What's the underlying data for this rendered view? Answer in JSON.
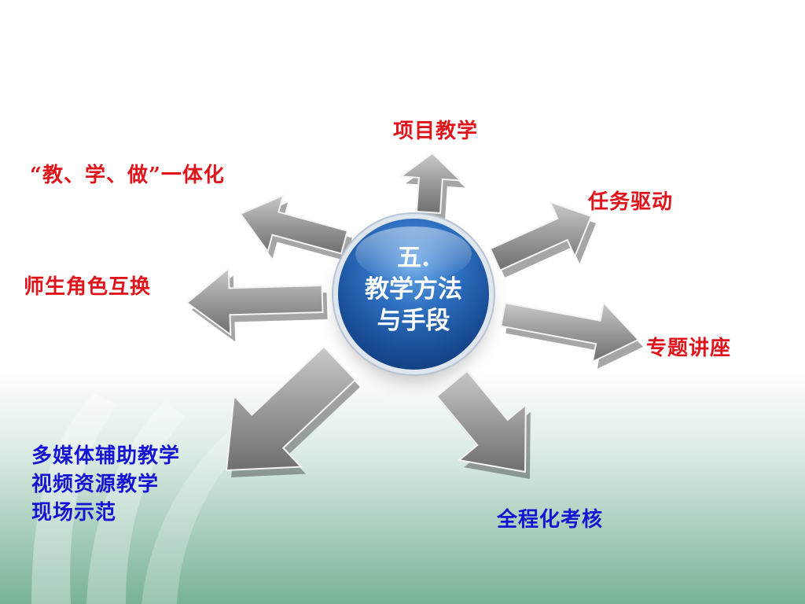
{
  "hub": {
    "line1": "五.",
    "line2": "教学方法",
    "line3": "与手段"
  },
  "branches": {
    "top": "项目教学",
    "upper_right": "任务驱动",
    "right": "专题讲座",
    "lower_right": "全程化考核",
    "lower_left": [
      "多媒体辅助教学",
      "视频资源教学",
      "现场示范"
    ],
    "left": "师生角色互换",
    "upper_left": "“教、学、做”一体化"
  },
  "colors": {
    "label_red": "#e0141b",
    "label_blue": "#1414d2",
    "hub_blue": "#1f5aa8",
    "arrow_gray": "#8c8c8c"
  }
}
